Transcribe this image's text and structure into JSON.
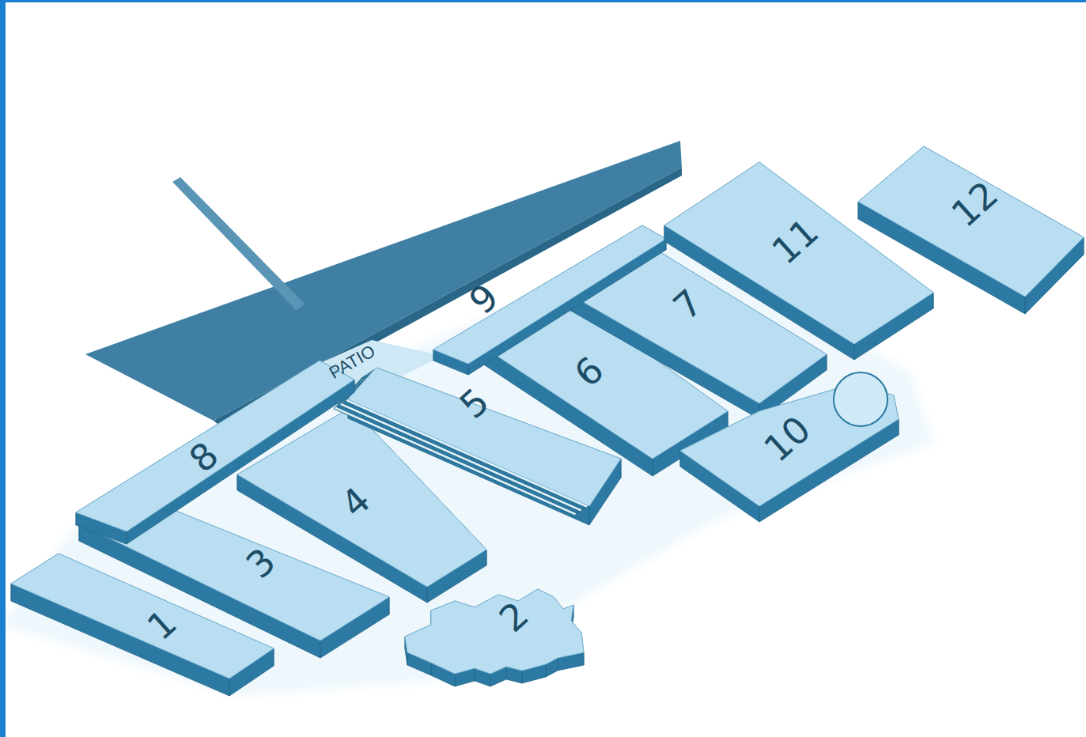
{
  "diagram": {
    "nodes": [
      {
        "text": [
          "1"
        ]
      },
      {
        "text": [
          "2"
        ]
      },
      {
        "text": [
          "3"
        ]
      },
      {
        "text": [
          "4"
        ]
      },
      {
        "text": [
          "5"
        ]
      },
      {
        "text": [
          "6"
        ]
      },
      {
        "text": [
          "7"
        ]
      },
      {
        "text": [
          "8"
        ]
      },
      {
        "text": [
          "9"
        ]
      },
      {
        "text": [
          "10"
        ]
      },
      {
        "text": [
          "11"
        ]
      },
      {
        "text": [
          "12"
        ]
      }
    ],
    "labels": [
      "PATIO"
    ]
  }
}
